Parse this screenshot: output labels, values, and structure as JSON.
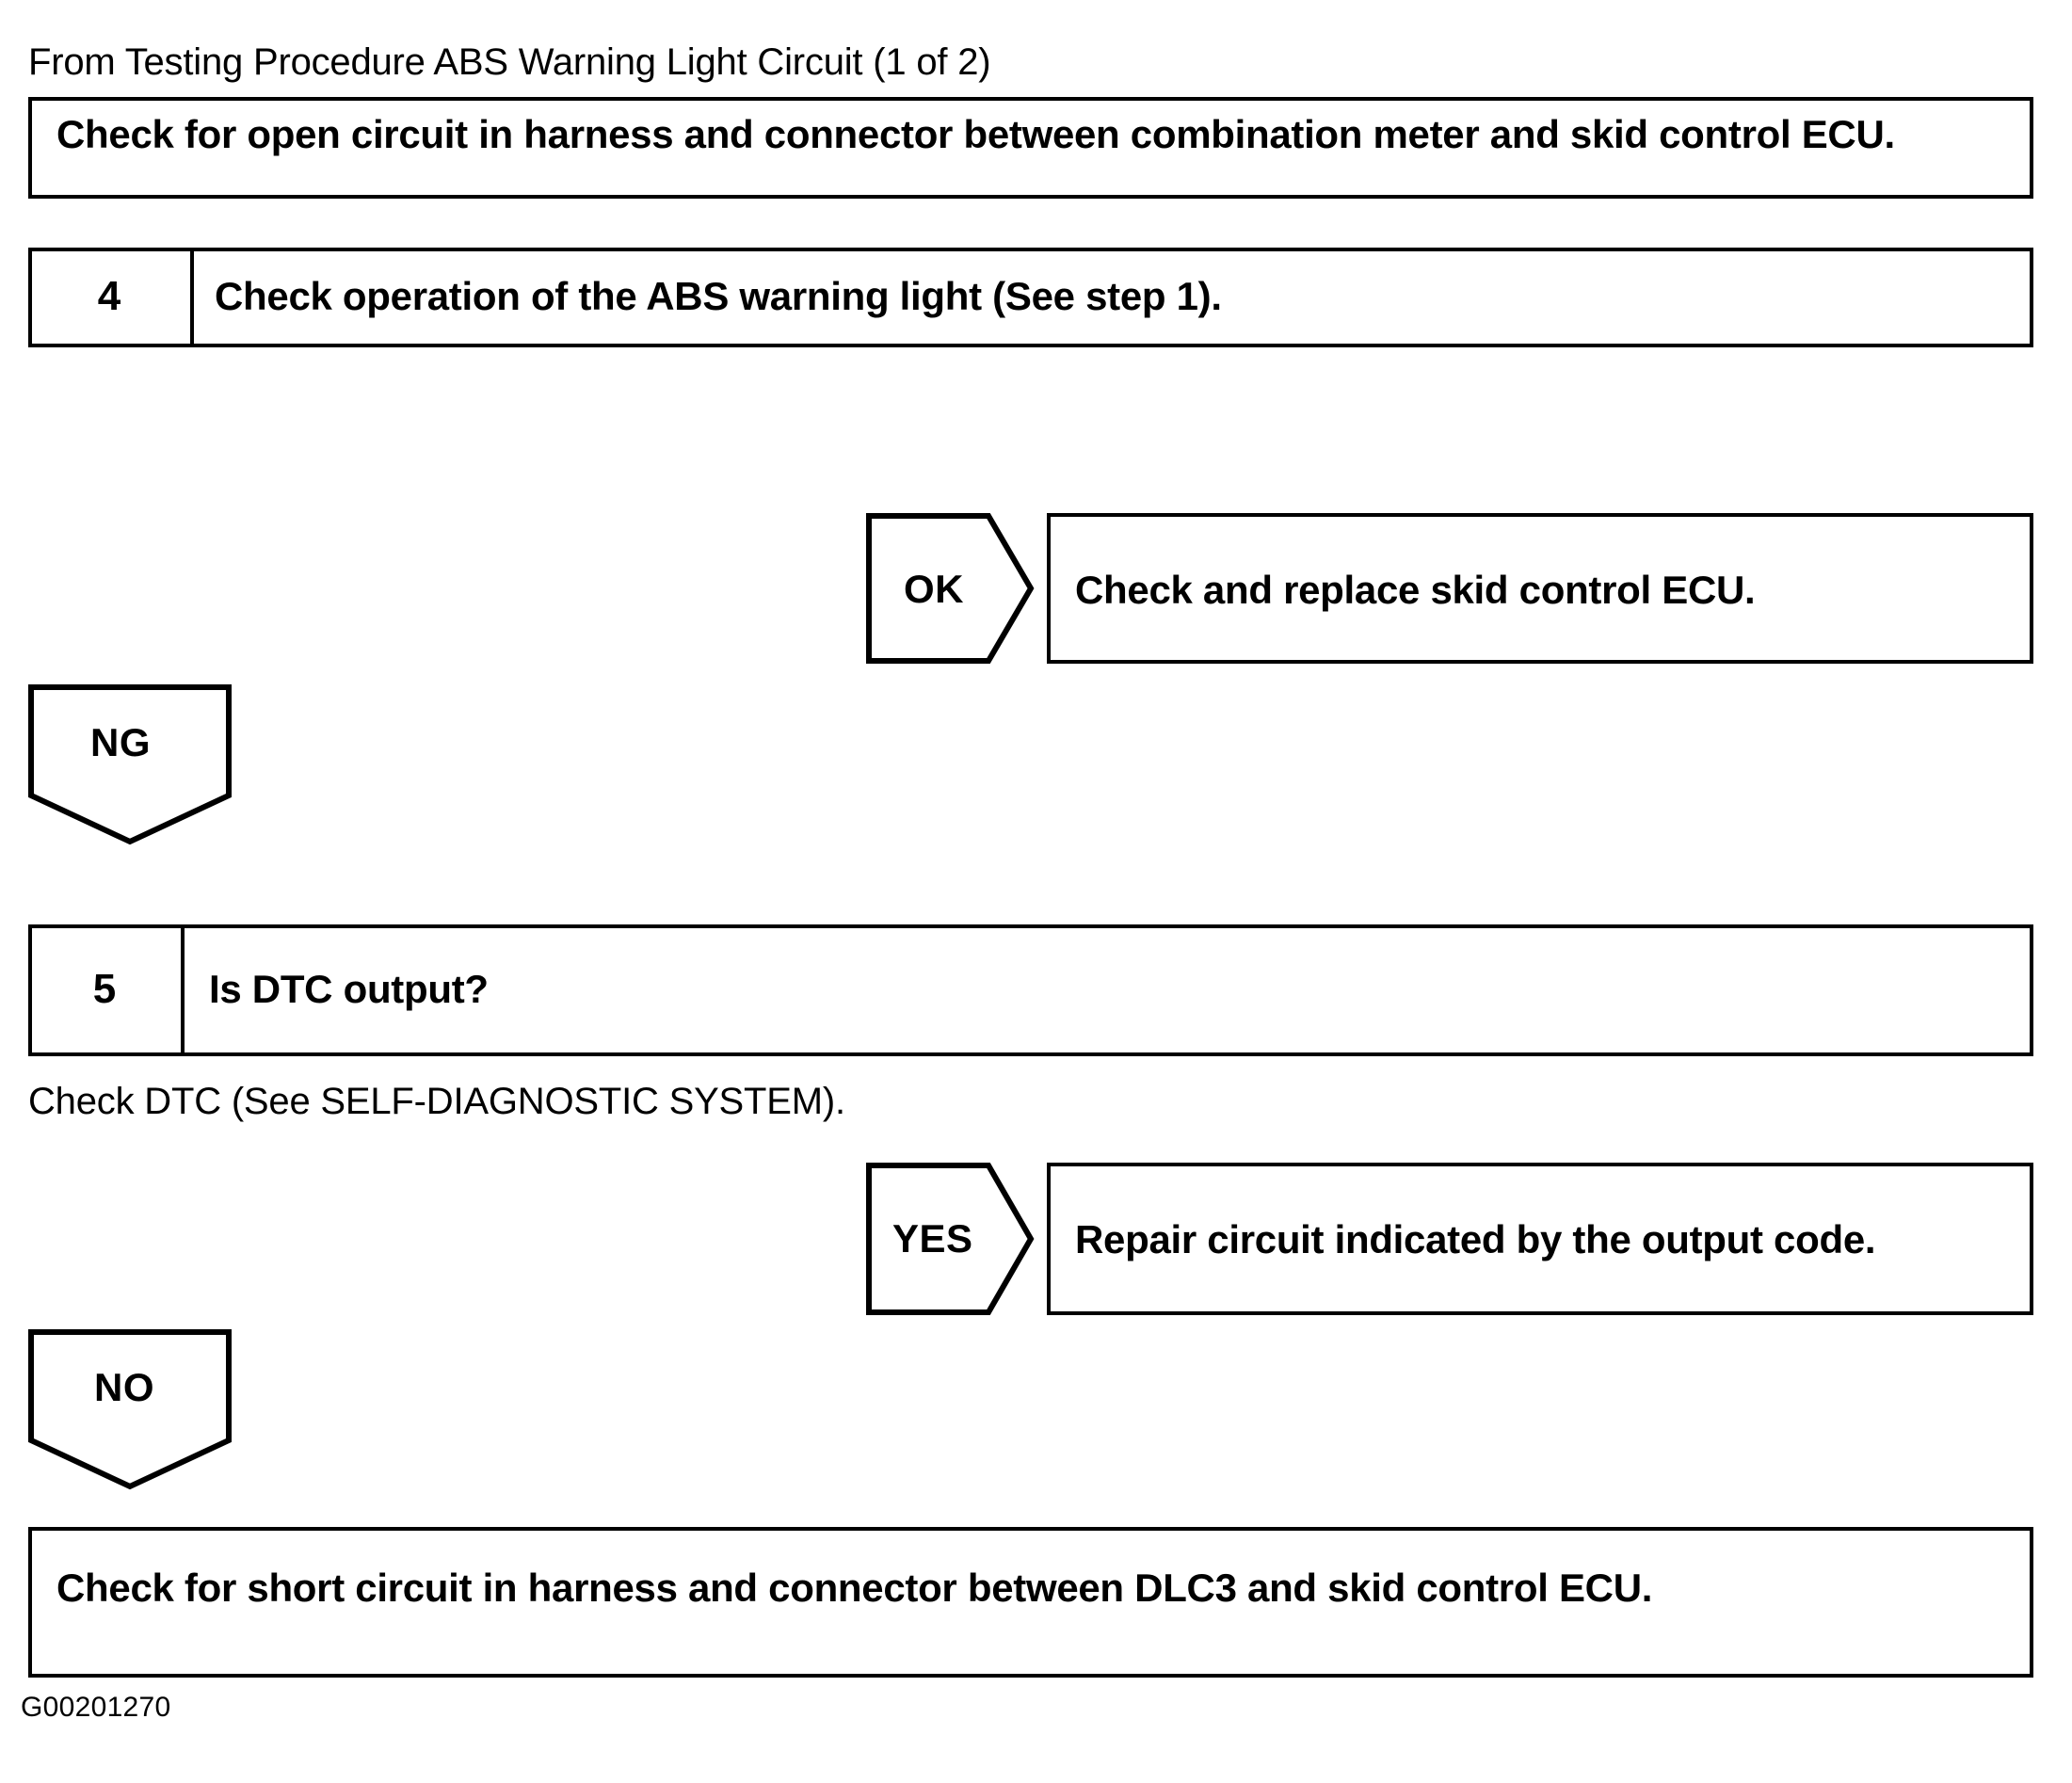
{
  "header": {
    "source_text": "From Testing Procedure ABS Warning Light Circuit (1 of 2)"
  },
  "flow": {
    "action_box_top": {
      "text": "Check for open circuit in harness and connector between combination meter and skid control ECU."
    },
    "step4": {
      "number": "4",
      "text": "Check operation of the ABS warning light (See step 1)."
    },
    "step4_ok": {
      "label": "OK",
      "result": "Check and replace skid control ECU."
    },
    "step4_ng": {
      "label": "NG"
    },
    "step5": {
      "number": "5",
      "text": "Is DTC output?"
    },
    "step5_note": {
      "text": "Check DTC (See SELF-DIAGNOSTIC SYSTEM)."
    },
    "step5_yes": {
      "label": "YES",
      "result": "Repair circuit indicated by the output code."
    },
    "step5_no": {
      "label": "NO"
    },
    "action_box_bottom": {
      "text": "Check for short circuit in harness and connector between DLC3 and skid control ECU."
    }
  },
  "footer": {
    "figure_code": "G00201270"
  },
  "colors": {
    "ink": "#000000",
    "paper": "#ffffff"
  }
}
